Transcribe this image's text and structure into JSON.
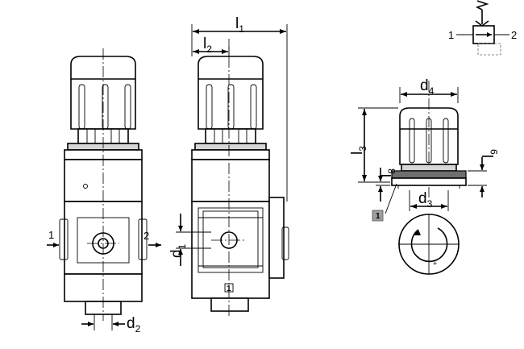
{
  "dimensions": {
    "l1": {
      "base": "l",
      "sub": "1"
    },
    "l2": {
      "base": "l",
      "sub": "2"
    },
    "l3": {
      "base": "l",
      "sub": "3"
    },
    "l8": {
      "base": "l",
      "sub": "8"
    },
    "l9": {
      "base": "l",
      "sub": "9"
    },
    "d1": {
      "base": "d",
      "sub": "1"
    },
    "d2": {
      "base": "d",
      "sub": "2"
    },
    "d3": {
      "base": "d",
      "sub": "3"
    },
    "d4": {
      "base": "d",
      "sub": "4"
    }
  },
  "ports": {
    "inlet": "1",
    "outlet": "2"
  },
  "symbol": {
    "port_left": "1",
    "port_right": "2"
  },
  "callout": {
    "label": "1"
  },
  "body_mark": "1"
}
